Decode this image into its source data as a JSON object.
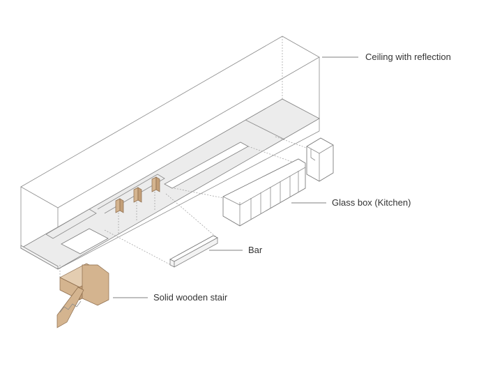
{
  "labels": {
    "ceiling": "Ceiling with reflection",
    "kitchen": "Glass box (Kitchen)",
    "bar": "Bar",
    "stair": "Solid wooden stair"
  },
  "colors": {
    "wood": "#d4b48f",
    "floor": "#ececec",
    "line": "#8a8a8a",
    "text": "#333333"
  }
}
